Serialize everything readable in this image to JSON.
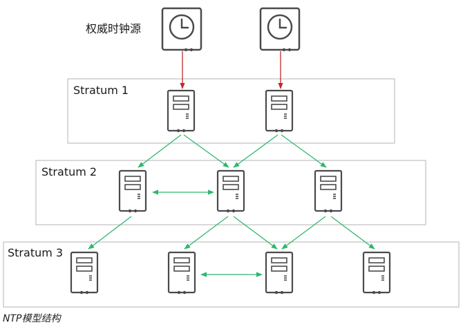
{
  "source_label": "权威时钟源",
  "tiers": [
    {
      "label": "Stratum 1"
    },
    {
      "label": "Stratum 2"
    },
    {
      "label": "Stratum 3"
    }
  ],
  "caption": "NTP模型结构",
  "colors": {
    "source_link": "#c0282d",
    "sync_link": "#2eb86a",
    "icon_stroke": "#4a4a4a",
    "tier_border": "#b3b3b3"
  },
  "icons": {
    "clock": "clock-icon",
    "server": "server-icon"
  }
}
